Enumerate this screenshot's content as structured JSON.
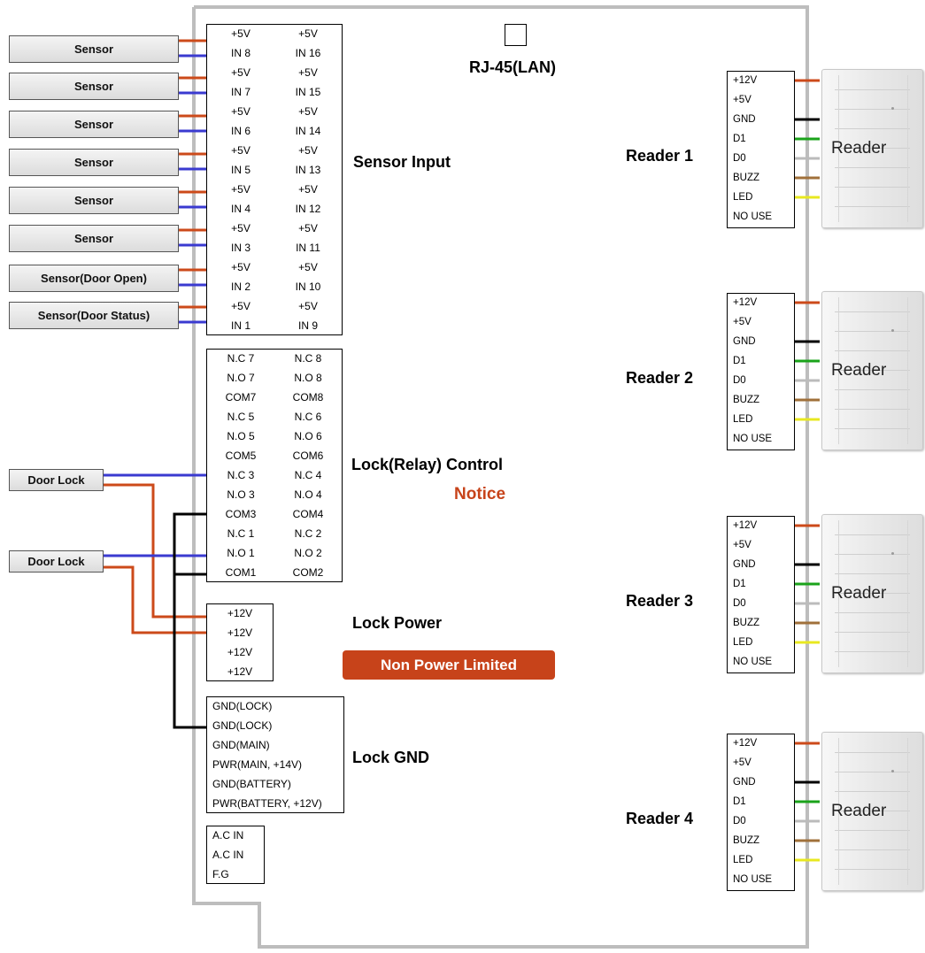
{
  "colors": {
    "wire_plus5": "#cc4a1a",
    "wire_in": "#3a3ad0",
    "wire_gnd": "#000000",
    "wire_d1": "#1aa31a",
    "wire_d0": "#bbbbbb",
    "wire_buzz": "#a0703a",
    "wire_led": "#e8e820",
    "accent": "#c7431a"
  },
  "titles": {
    "rj45": "RJ-45(LAN)",
    "sensor_input": "Sensor Input",
    "lock_control": "Lock(Relay) Control",
    "notice": "Notice",
    "lock_power": "Lock Power",
    "non_power_limited": "Non Power Limited",
    "lock_gnd": "Lock GND"
  },
  "sensors": [
    "Sensor",
    "Sensor",
    "Sensor",
    "Sensor",
    "Sensor",
    "Sensor",
    "Sensor(Door Open)",
    "Sensor(Door Status)"
  ],
  "sensor_terminal": [
    [
      "+5V",
      "+5V"
    ],
    [
      "IN 8",
      "IN 16"
    ],
    [
      "+5V",
      "+5V"
    ],
    [
      "IN 7",
      "IN 15"
    ],
    [
      "+5V",
      "+5V"
    ],
    [
      "IN 6",
      "IN 14"
    ],
    [
      "+5V",
      "+5V"
    ],
    [
      "IN 5",
      "IN 13"
    ],
    [
      "+5V",
      "+5V"
    ],
    [
      "IN 4",
      "IN 12"
    ],
    [
      "+5V",
      "+5V"
    ],
    [
      "IN 3",
      "IN 11"
    ],
    [
      "+5V",
      "+5V"
    ],
    [
      "IN 2",
      "IN 10"
    ],
    [
      "+5V",
      "+5V"
    ],
    [
      "IN 1",
      "IN 9"
    ]
  ],
  "relay_terminal": [
    [
      "N.C 7",
      "N.C 8"
    ],
    [
      "N.O 7",
      "N.O 8"
    ],
    [
      "COM7",
      "COM8"
    ],
    [
      "N.C 5",
      "N.C 6"
    ],
    [
      "N.O 5",
      "N.O 6"
    ],
    [
      "COM5",
      "COM6"
    ],
    [
      "N.C 3",
      "N.C 4"
    ],
    [
      "N.O 3",
      "N.O 4"
    ],
    [
      "COM3",
      "COM4"
    ],
    [
      "N.C 1",
      "N.C 2"
    ],
    [
      "N.O 1",
      "N.O 2"
    ],
    [
      "COM1",
      "COM2"
    ]
  ],
  "door_locks": [
    "Door Lock",
    "Door Lock"
  ],
  "lock_power": [
    "+12V",
    "+12V",
    "+12V",
    "+12V"
  ],
  "lock_gnd": [
    "GND(LOCK)",
    "GND(LOCK)",
    "GND(MAIN)",
    "PWR(MAIN, +14V)",
    "GND(BATTERY)",
    "PWR(BATTERY, +12V)"
  ],
  "ac_terminal": [
    "A.C IN",
    "A.C IN",
    "F.G"
  ],
  "reader_pins": [
    "+12V",
    "+5V",
    "GND",
    "D1",
    "D0",
    "BUZZ",
    "LED",
    "NO USE"
  ],
  "readers": [
    {
      "label": "Reader 1",
      "device": "Reader"
    },
    {
      "label": "Reader 2",
      "device": "Reader"
    },
    {
      "label": "Reader 3",
      "device": "Reader"
    },
    {
      "label": "Reader 4",
      "device": "Reader"
    }
  ]
}
